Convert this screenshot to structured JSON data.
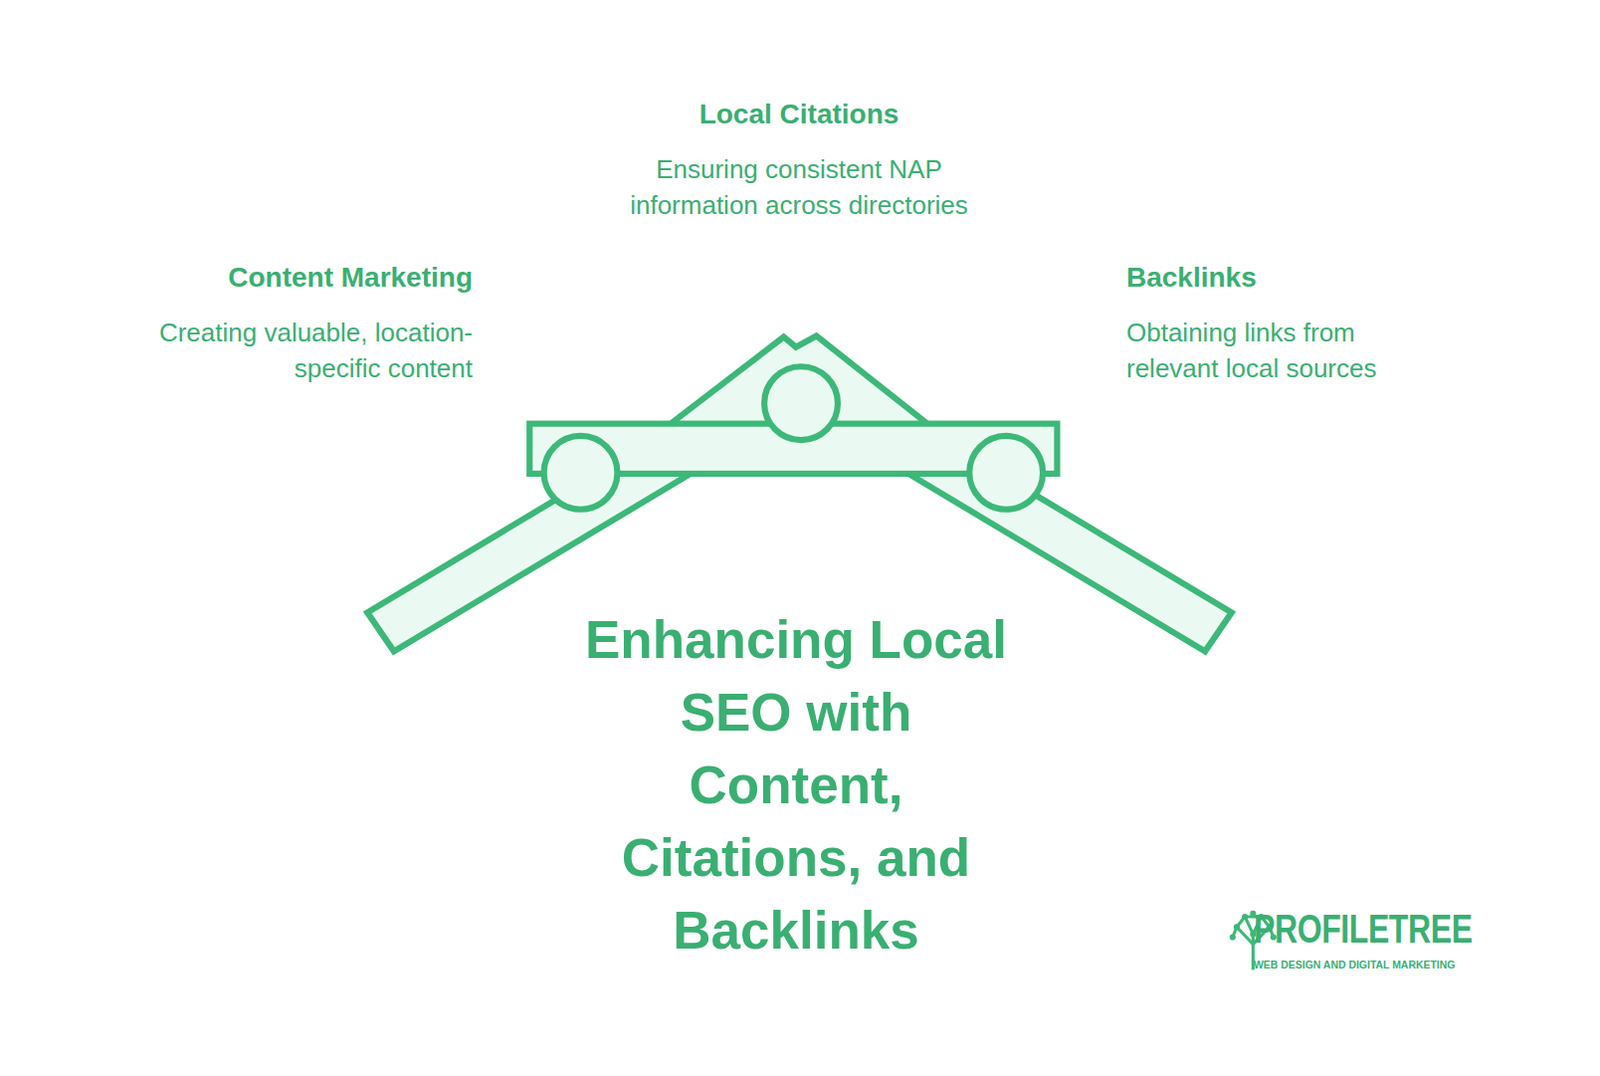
{
  "diagram": {
    "title": "Enhancing Local SEO with Content, Citations, and Backlinks",
    "nodes": [
      {
        "text": [
          "Content Marketing",
          "Creating valuable, location-specific content"
        ]
      },
      {
        "text": [
          "Local Citations",
          "Ensuring consistent NAP information across directories"
        ]
      },
      {
        "text": [
          "Backlinks",
          "Obtaining links from relevant local sources"
        ]
      }
    ],
    "labels": [
      "PROFILETREE",
      "WEB DESIGN AND DIGITAL MARKETING"
    ]
  }
}
